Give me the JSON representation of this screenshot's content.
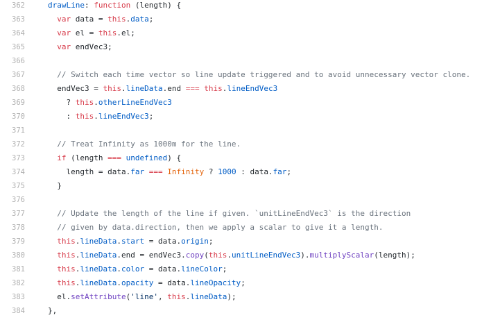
{
  "theme": {
    "text": "#24292e",
    "keyword": "#d73a49",
    "function": "#6f42c1",
    "property": "#005cc5",
    "comment": "#6a737d",
    "line_number": "#b0b0b0"
  },
  "lines": [
    {
      "n": "362",
      "tokens": [
        [
          "property",
          "drawLine"
        ],
        [
          "code",
          ": "
        ],
        [
          "keyword",
          "function"
        ],
        [
          "code",
          " (length) {"
        ]
      ]
    },
    {
      "n": "363",
      "tokens": [
        [
          "code",
          "  "
        ],
        [
          "keyword",
          "var"
        ],
        [
          "code",
          " data = "
        ],
        [
          "keyword",
          "this"
        ],
        [
          "code",
          "."
        ],
        [
          "property",
          "data"
        ],
        [
          "code",
          ";"
        ]
      ]
    },
    {
      "n": "364",
      "tokens": [
        [
          "code",
          "  "
        ],
        [
          "keyword",
          "var"
        ],
        [
          "code",
          " el = "
        ],
        [
          "keyword",
          "this"
        ],
        [
          "code",
          ".el;"
        ]
      ]
    },
    {
      "n": "365",
      "tokens": [
        [
          "code",
          "  "
        ],
        [
          "keyword",
          "var"
        ],
        [
          "code",
          " endVec3;"
        ]
      ]
    },
    {
      "n": "366",
      "tokens": []
    },
    {
      "n": "367",
      "tokens": [
        [
          "code",
          "  "
        ],
        [
          "comment",
          "// Switch each time vector so line update triggered and to avoid unnecessary vector clone."
        ]
      ]
    },
    {
      "n": "368",
      "tokens": [
        [
          "code",
          "  endVec3 = "
        ],
        [
          "keyword",
          "this"
        ],
        [
          "code",
          "."
        ],
        [
          "property",
          "lineData"
        ],
        [
          "code",
          ".end "
        ],
        [
          "keyword",
          "==="
        ],
        [
          "code",
          " "
        ],
        [
          "keyword",
          "this"
        ],
        [
          "code",
          "."
        ],
        [
          "property",
          "lineEndVec3"
        ]
      ]
    },
    {
      "n": "369",
      "tokens": [
        [
          "code",
          "    ? "
        ],
        [
          "keyword",
          "this"
        ],
        [
          "code",
          "."
        ],
        [
          "property",
          "otherLineEndVec3"
        ]
      ]
    },
    {
      "n": "370",
      "tokens": [
        [
          "code",
          "    : "
        ],
        [
          "keyword",
          "this"
        ],
        [
          "code",
          "."
        ],
        [
          "property",
          "lineEndVec3"
        ],
        [
          "code",
          ";"
        ]
      ]
    },
    {
      "n": "371",
      "tokens": []
    },
    {
      "n": "372",
      "tokens": [
        [
          "code",
          "  "
        ],
        [
          "comment",
          "// Treat Infinity as 1000m for the line."
        ]
      ]
    },
    {
      "n": "373",
      "tokens": [
        [
          "code",
          "  "
        ],
        [
          "keyword",
          "if"
        ],
        [
          "code",
          " (length "
        ],
        [
          "keyword",
          "==="
        ],
        [
          "code",
          " "
        ],
        [
          "constant",
          "undefined"
        ],
        [
          "code",
          ") {"
        ]
      ]
    },
    {
      "n": "374",
      "tokens": [
        [
          "code",
          "    length = data."
        ],
        [
          "property",
          "far"
        ],
        [
          "code",
          " "
        ],
        [
          "keyword",
          "==="
        ],
        [
          "code",
          " "
        ],
        [
          "infinity",
          "Infinity"
        ],
        [
          "code",
          " ? "
        ],
        [
          "number",
          "1000"
        ],
        [
          "code",
          " : data."
        ],
        [
          "property",
          "far"
        ],
        [
          "code",
          ";"
        ]
      ]
    },
    {
      "n": "375",
      "tokens": [
        [
          "code",
          "  }"
        ]
      ]
    },
    {
      "n": "376",
      "tokens": []
    },
    {
      "n": "377",
      "tokens": [
        [
          "code",
          "  "
        ],
        [
          "comment",
          "// Update the length of the line if given. `unitLineEndVec3` is the direction"
        ]
      ]
    },
    {
      "n": "378",
      "tokens": [
        [
          "code",
          "  "
        ],
        [
          "comment",
          "// given by data.direction, then we apply a scalar to give it a length."
        ]
      ]
    },
    {
      "n": "379",
      "tokens": [
        [
          "code",
          "  "
        ],
        [
          "keyword",
          "this"
        ],
        [
          "code",
          "."
        ],
        [
          "property",
          "lineData"
        ],
        [
          "code",
          "."
        ],
        [
          "property",
          "start"
        ],
        [
          "code",
          " = data."
        ],
        [
          "property",
          "origin"
        ],
        [
          "code",
          ";"
        ]
      ]
    },
    {
      "n": "380",
      "tokens": [
        [
          "code",
          "  "
        ],
        [
          "keyword",
          "this"
        ],
        [
          "code",
          "."
        ],
        [
          "property",
          "lineData"
        ],
        [
          "code",
          ".end = endVec3."
        ],
        [
          "function",
          "copy"
        ],
        [
          "code",
          "("
        ],
        [
          "keyword",
          "this"
        ],
        [
          "code",
          "."
        ],
        [
          "property",
          "unitLineEndVec3"
        ],
        [
          "code",
          ")."
        ],
        [
          "function",
          "multiplyScalar"
        ],
        [
          "code",
          "(length);"
        ]
      ]
    },
    {
      "n": "381",
      "tokens": [
        [
          "code",
          "  "
        ],
        [
          "keyword",
          "this"
        ],
        [
          "code",
          "."
        ],
        [
          "property",
          "lineData"
        ],
        [
          "code",
          "."
        ],
        [
          "property",
          "color"
        ],
        [
          "code",
          " = data."
        ],
        [
          "property",
          "lineColor"
        ],
        [
          "code",
          ";"
        ]
      ]
    },
    {
      "n": "382",
      "tokens": [
        [
          "code",
          "  "
        ],
        [
          "keyword",
          "this"
        ],
        [
          "code",
          "."
        ],
        [
          "property",
          "lineData"
        ],
        [
          "code",
          "."
        ],
        [
          "property",
          "opacity"
        ],
        [
          "code",
          " = data."
        ],
        [
          "property",
          "lineOpacity"
        ],
        [
          "code",
          ";"
        ]
      ]
    },
    {
      "n": "383",
      "tokens": [
        [
          "code",
          "  el."
        ],
        [
          "function",
          "setAttribute"
        ],
        [
          "code",
          "("
        ],
        [
          "string",
          "'line'"
        ],
        [
          "code",
          ", "
        ],
        [
          "keyword",
          "this"
        ],
        [
          "code",
          "."
        ],
        [
          "property",
          "lineData"
        ],
        [
          "code",
          ");"
        ]
      ]
    },
    {
      "n": "384",
      "tokens": [
        [
          "code",
          "},"
        ]
      ]
    }
  ]
}
